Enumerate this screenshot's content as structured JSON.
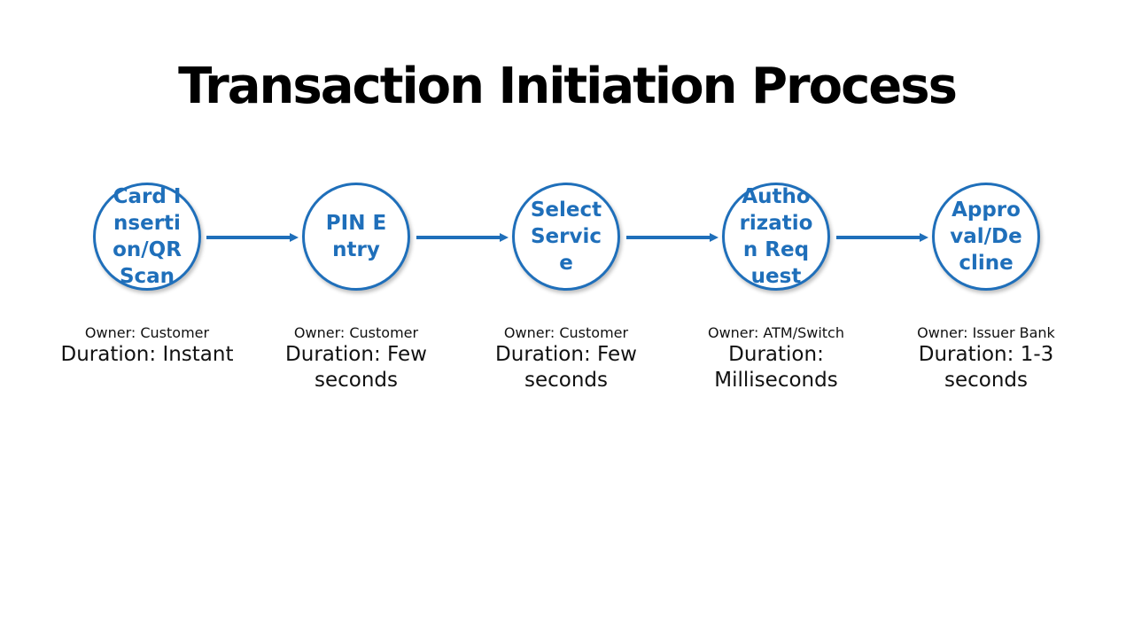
{
  "title": "Transaction Initiation Process",
  "accent_color": "#1f6fba",
  "steps": [
    {
      "label": "Card Insertion/QR Scan",
      "owner": "Owner: Customer",
      "duration": "Duration: Instant"
    },
    {
      "label": "PIN Entry",
      "owner": "Owner: Customer",
      "duration": "Duration: Few seconds"
    },
    {
      "label": "Select Service",
      "owner": "Owner: Customer",
      "duration": "Duration: Few seconds"
    },
    {
      "label": "Authorization Request",
      "owner": "Owner: ATM/Switch",
      "duration": "Duration: Milliseconds"
    },
    {
      "label": "Approval/Decline",
      "owner": "Owner: Issuer Bank",
      "duration": "Duration: 1-3 seconds"
    }
  ]
}
